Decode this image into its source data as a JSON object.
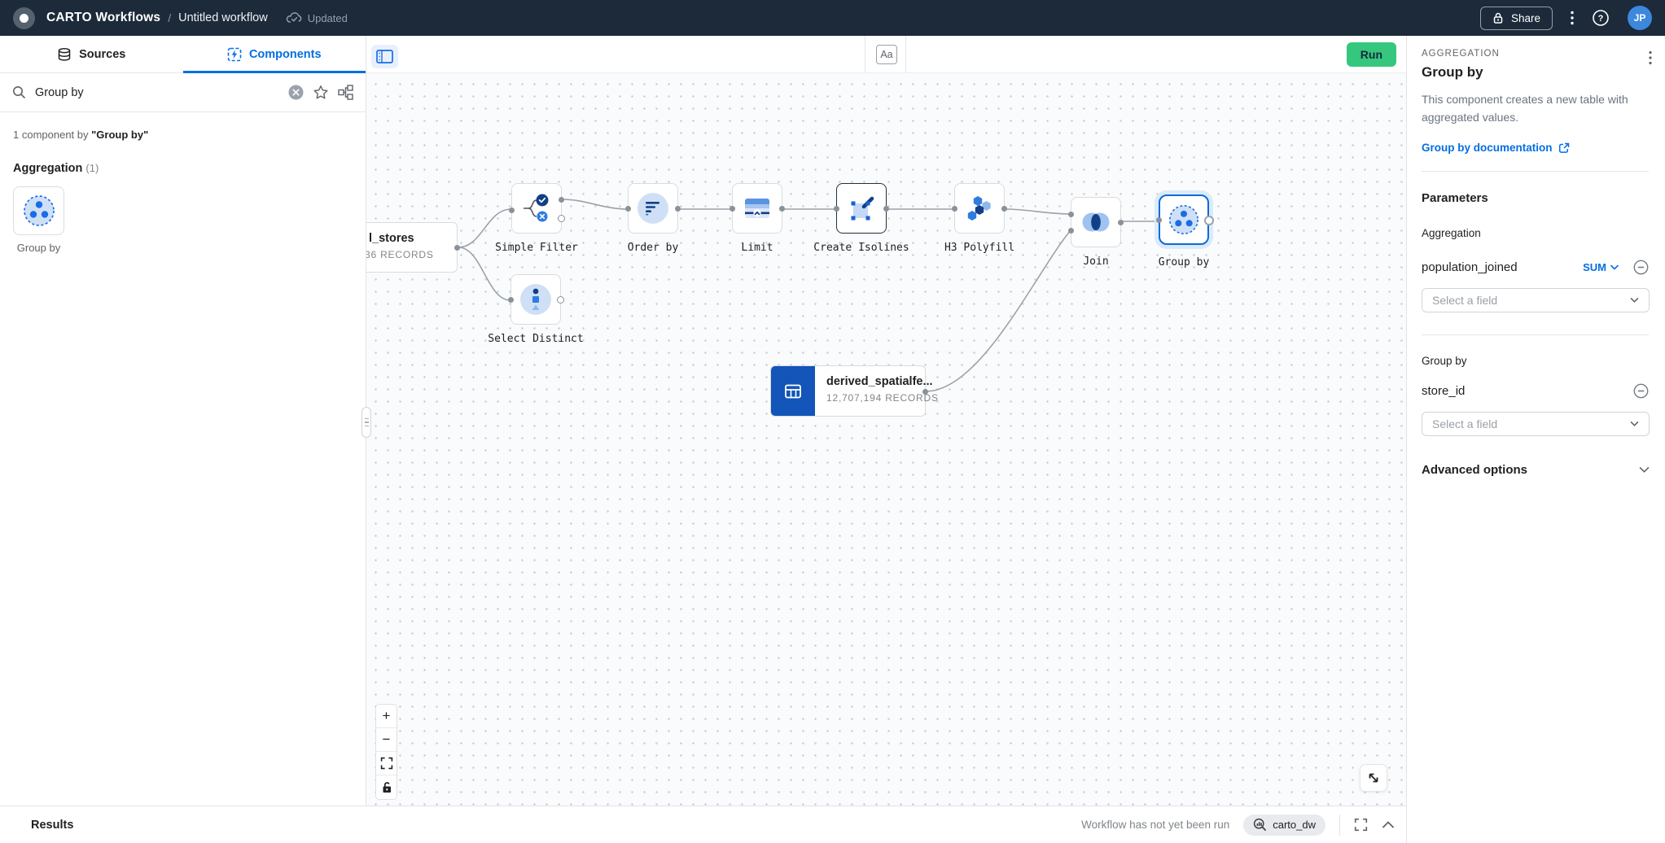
{
  "header": {
    "app_title": "CARTO Workflows",
    "separator": "/",
    "workflow_title": "Untitled workflow",
    "saved_status": "Updated",
    "share_label": "Share",
    "avatar_initials": "JP"
  },
  "sidebar": {
    "tabs": [
      {
        "label": "Sources"
      },
      {
        "label": "Components"
      }
    ],
    "search": {
      "value": "Group by"
    },
    "results_summary_prefix": "1 component by ",
    "results_summary_query": "\"Group by\"",
    "section": {
      "title": "Aggregation",
      "count": "(1)"
    },
    "component_card": {
      "label": "Group by"
    }
  },
  "canvas": {
    "toolbar": {
      "annotation_label": "Aa",
      "run_label": "Run"
    },
    "controls": {
      "zoom_in": "+",
      "zoom_out": "−"
    },
    "nodes": [
      {
        "label": "Simple Filter"
      },
      {
        "label": "Order by"
      },
      {
        "label": "Limit"
      },
      {
        "label": "Create Isolines"
      },
      {
        "label": "H3 Polyfill"
      },
      {
        "label": "Join"
      },
      {
        "label": "Group by"
      },
      {
        "label": "Select Distinct"
      }
    ],
    "tables": [
      {
        "title": "l_stores",
        "records": "36 RECORDS"
      },
      {
        "title": "derived_spatialfe...",
        "records": "12,707,194 RECORDS"
      }
    ]
  },
  "panel": {
    "category": "AGGREGATION",
    "title": "Group by",
    "description": "This component creates a new table with aggregated values.",
    "doc_link": "Group by documentation",
    "parameters_title": "Parameters",
    "aggregation_label": "Aggregation",
    "aggregation_field": "population_joined",
    "aggregation_fn": "SUM",
    "aggregation_placeholder": "Select a field",
    "groupby_label": "Group by",
    "groupby_field": "store_id",
    "groupby_placeholder": "Select a field",
    "advanced_label": "Advanced options"
  },
  "footer": {
    "results_label": "Results",
    "status": "Workflow has not yet been run",
    "connection": "carto_dw"
  },
  "colors": {
    "accent_blue": "#036fe2",
    "run_green": "#36c77e",
    "header_navy": "#1c2a3a",
    "icon_navy": "#123f86",
    "icon_blue": "#2f7ce0",
    "icon_light": "#8db8ee",
    "table_node_blue": "#1355b8"
  }
}
